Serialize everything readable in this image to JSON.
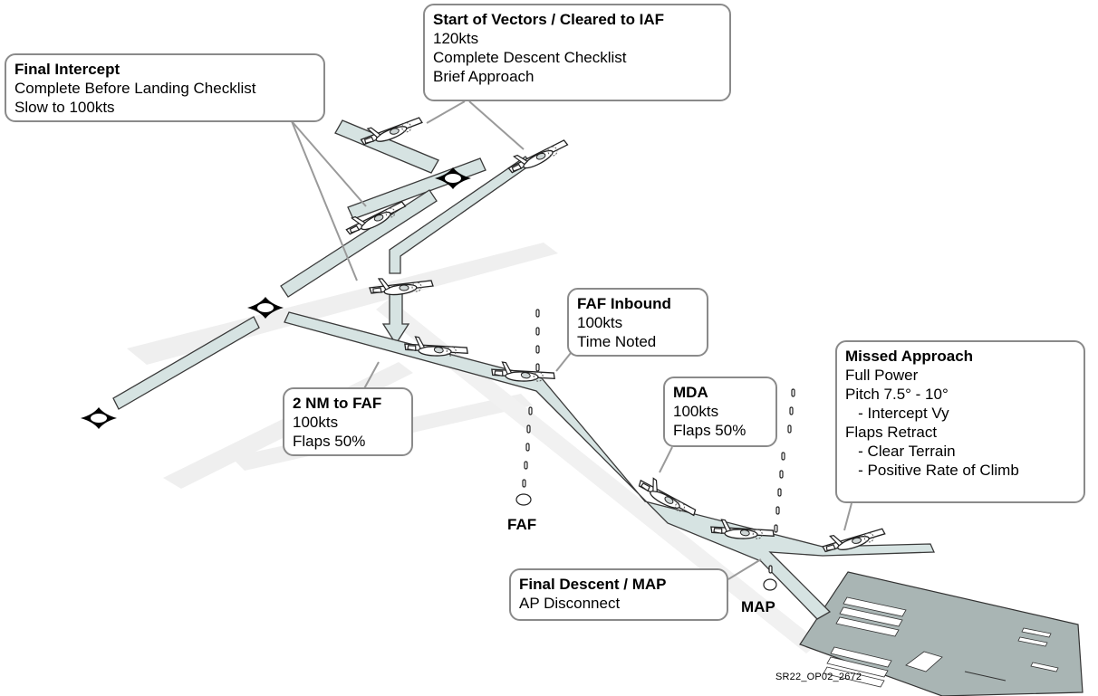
{
  "callouts": {
    "final_intercept": {
      "title": "Final Intercept",
      "lines": [
        "Complete Before Landing Checklist",
        "Slow to 100kts"
      ]
    },
    "start_of_vectors": {
      "title": "Start of Vectors / Cleared to IAF",
      "lines": [
        "120kts",
        "Complete Descent Checklist",
        "Brief Approach"
      ]
    },
    "faf_inbound": {
      "title": "FAF Inbound",
      "lines": [
        "100kts",
        "Time Noted"
      ]
    },
    "two_nm_to_faf": {
      "title": "2 NM to FAF",
      "lines": [
        "100kts",
        "Flaps 50%"
      ]
    },
    "mda": {
      "title": "MDA",
      "lines": [
        "100kts",
        "Flaps 50%"
      ]
    },
    "missed_approach": {
      "title": "Missed Approach",
      "lines": [
        "Full Power",
        "Pitch 7.5° - 10°",
        "   - Intercept Vy",
        "Flaps Retract",
        "   - Clear Terrain",
        "   - Positive Rate of Climb"
      ]
    },
    "final_descent": {
      "title": "Final Descent / MAP",
      "lines": [
        "AP Disconnect"
      ]
    }
  },
  "labels": {
    "faf": "FAF",
    "map": "MAP"
  },
  "credit": "SR22_OP02_2672",
  "colors": {
    "path_fill": "#d6e3e2",
    "path_stroke": "#3a3a3a",
    "ground_shadow": "#eeeeee",
    "runway": "#a9b5b4",
    "callout_border": "#8a8a8a",
    "leader": "#9a9a9a"
  }
}
